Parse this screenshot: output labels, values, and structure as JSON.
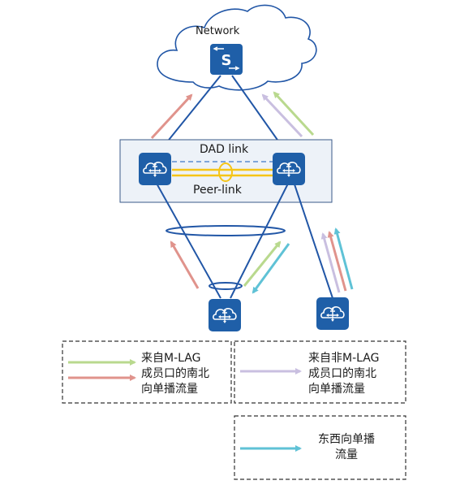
{
  "labels": {
    "network": "Network",
    "dad_link": "DAD link",
    "peer_link": "Peer-link"
  },
  "legend": {
    "mlag_member": [
      "来自M-LAG",
      "成员口的南北",
      "向单播流量"
    ],
    "non_mlag_member": [
      "来自非M-LAG",
      "成员口的南北",
      "向单播流量"
    ],
    "east_west": [
      "东西向单播",
      "流量"
    ]
  },
  "icons": {
    "core_switch": "switch-s-icon",
    "mlag_devices": "router-cloud-icon",
    "access_devices": "router-cloud-icon"
  },
  "colors": {
    "link_blue": "#2156a6",
    "device_blue": "#1f5fa8",
    "dad_dash": "#5b8bd0",
    "peer_link_yellow": "#f5c518",
    "box_fill": "#edf2f8",
    "box_stroke": "#3a5a88",
    "arrow_green": "#b9d98e",
    "arrow_red": "#e0938c",
    "arrow_purple": "#c9bfe0",
    "arrow_cyan": "#5fc2d6",
    "dash_border": "#333333"
  }
}
